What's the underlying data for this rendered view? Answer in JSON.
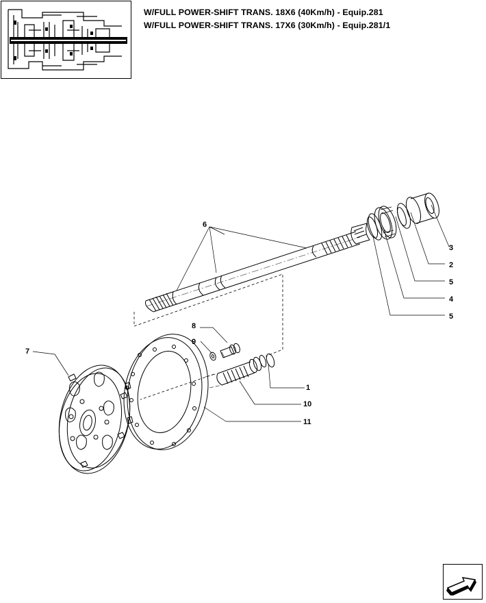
{
  "header": {
    "line1": "W/FULL POWER-SHIFT TRANS. 18X6 (40Km/h) - Equip.281",
    "line2": "W/FULL POWER-SHIFT TRANS. 17X6 (30Km/h) - Equip.281/1"
  },
  "thumbnail": {
    "icon": "transmission-section-thumbnail"
  },
  "callouts": {
    "c1": "1",
    "c2": "2",
    "c3": "3",
    "c4": "4",
    "c5a": "5",
    "c5b": "5",
    "c6": "6",
    "c7": "7",
    "c8": "8",
    "c9": "9",
    "c10": "10",
    "c11": "11"
  },
  "nav": {
    "icon": "next-page-arrow-icon"
  }
}
